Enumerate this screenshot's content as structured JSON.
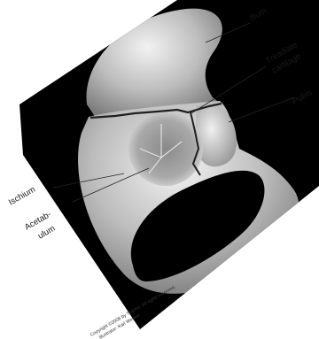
{
  "labels": {
    "ilium": "Ilium",
    "triradiate_line1": "Triradiate",
    "triradiate_line2": "cartilage",
    "pubis": "Pubis",
    "ischium": "Ischium",
    "acetabulum_line1": "Acetab-",
    "acetabulum_line2": "ulum"
  },
  "copyright": {
    "line1": "Copyright ©2008 by Thieme. All rights reserved.",
    "line2": "Illustrator: Karl Wesker"
  },
  "colors": {
    "background": "#000000",
    "bone": "#bdbdbd",
    "bone_highlight": "#e8e8e8",
    "cartilage_line": "#2a2a2a",
    "leader_line": "#222222",
    "text": "#1a1a1a"
  }
}
